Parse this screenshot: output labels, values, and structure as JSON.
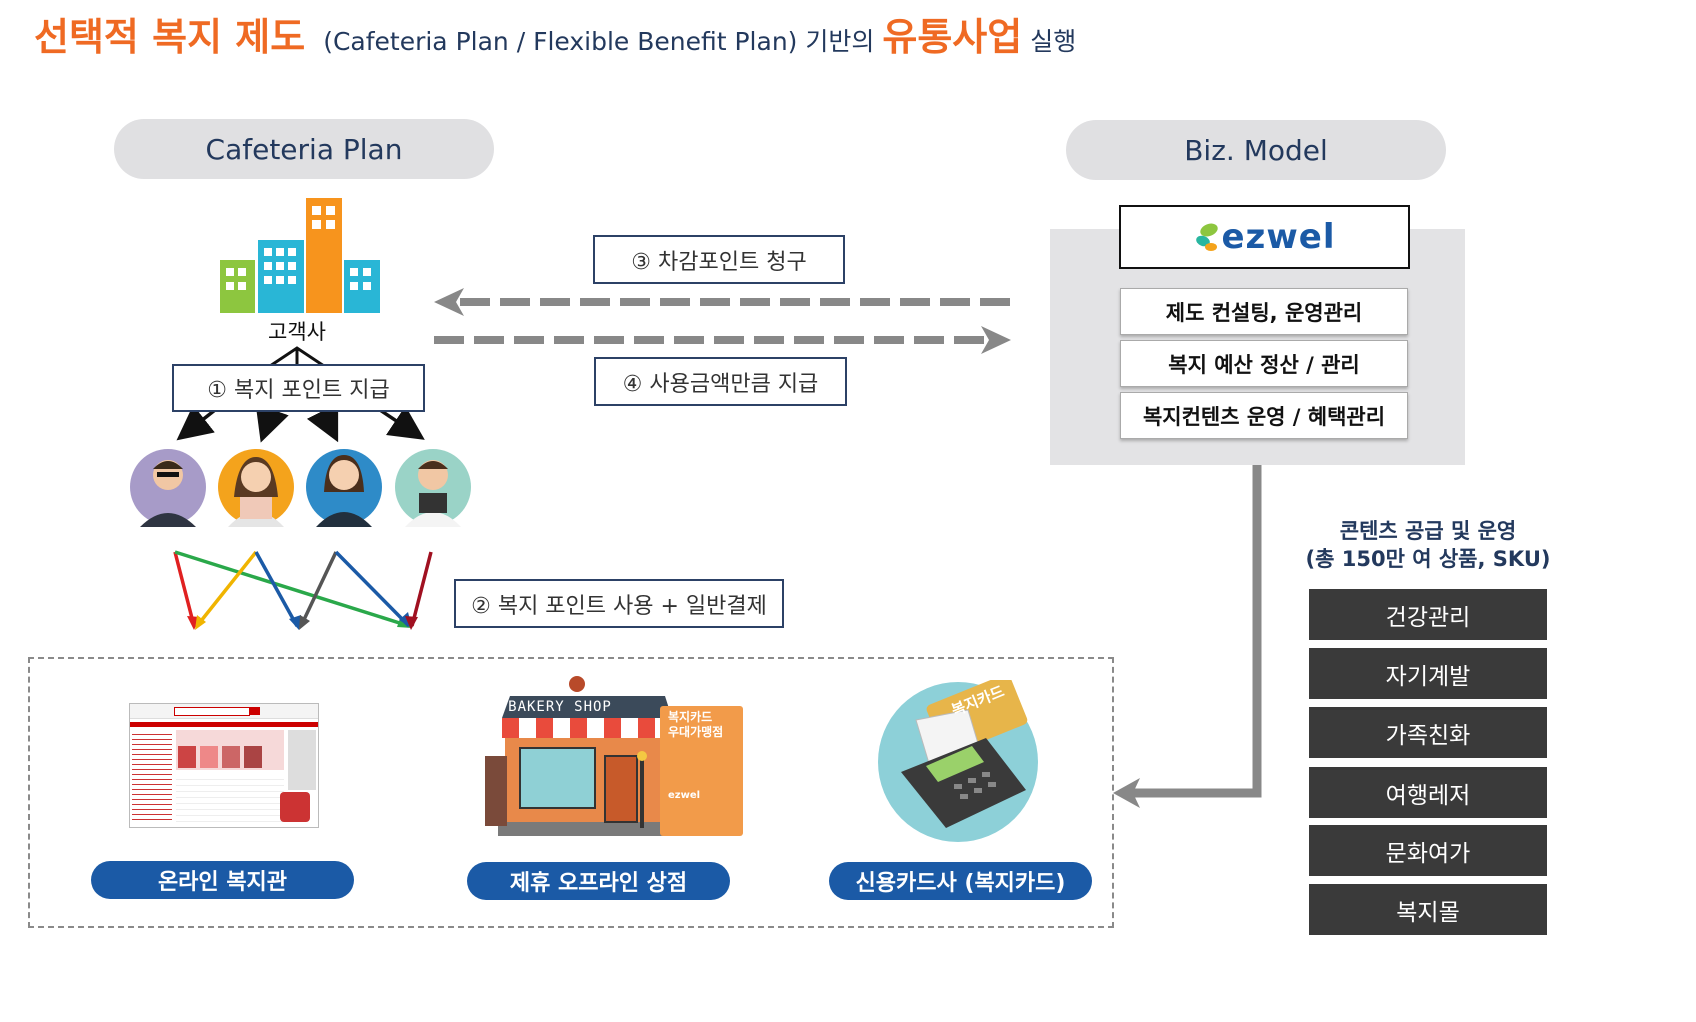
{
  "title": {
    "part1": "선택적 복지 제도",
    "part2": "(Cafeteria Plan / Flexible Benefit Plan) 기반의",
    "part3": "유통사업",
    "part4": "실행"
  },
  "left_header": "Cafeteria Plan",
  "right_header": "Biz. Model",
  "customer_label": "고객사",
  "steps": {
    "s1": "① 복지 포인트 지급",
    "s2": "② 복지 포인트 사용 + 일반결제",
    "s3": "③ 차감포인트 청구",
    "s4": "④ 사용금액만큼 지급"
  },
  "logo_text": "ezwel",
  "services": [
    "제도 컨설팅, 운영관리",
    "복지 예산 정산 / 관리",
    "복지컨텐츠 운영 / 혜택관리"
  ],
  "content_supply": {
    "line1": "콘텐츠 공급 및 운영",
    "line2": "(총 150만 여 상품, SKU)"
  },
  "categories": [
    "건강관리",
    "자기계발",
    "가족친화",
    "여행레저",
    "문화여가",
    "복지몰"
  ],
  "channels": [
    "온라인 복지관",
    "제휴 오프라인 상점",
    "신용카드사 (복지카드)"
  ],
  "shop": {
    "sign": "BAKERY SHOP",
    "poster_line1": "복지카드",
    "poster_line2": "우대가맹점",
    "poster_brand": "ezwel"
  },
  "card_text": "복지카드",
  "colors": {
    "orange": "#ef6a23",
    "navy": "#23395d",
    "blue": "#1b5aa6",
    "dark": "#3a3a3a",
    "gray": "#e3e3e5"
  }
}
